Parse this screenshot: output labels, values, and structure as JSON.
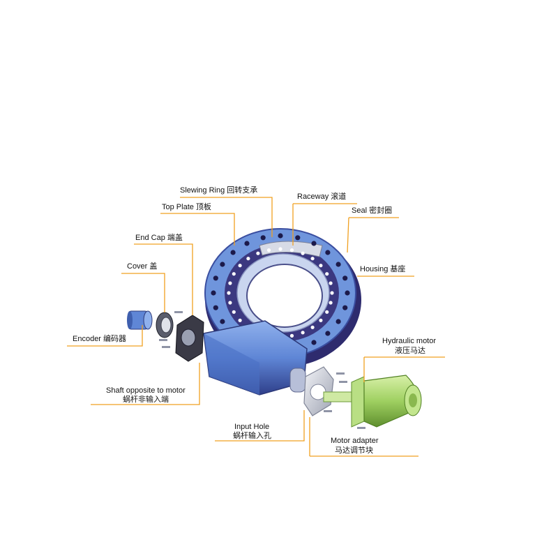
{
  "labels": {
    "slewing_ring": "Slewing Ring  回转支承",
    "top_plate": "Top Plate  顶板",
    "raceway": "Raceway  滚道",
    "seal": "Seal  密封圈",
    "end_cap": "End Cap  端盖",
    "housing": "Housing  基座",
    "cover": "Cover  盖",
    "encoder": "Encoder  编码器",
    "hydraulic_motor_en": "Hydraulic motor",
    "hydraulic_motor_cn": "液压马达",
    "shaft_opposite_en": "Shaft opposite to motor",
    "shaft_opposite_cn": "蜗杆非输入端",
    "input_hole_en": "Input Hole",
    "input_hole_cn": "蜗杆输入孔",
    "motor_adapter_en": "Motor adapter",
    "motor_adapter_cn": "马达调节块"
  },
  "colors": {
    "leader": "#f0a020",
    "ring_blue": "#6f95dc",
    "ring_dark": "#33307a",
    "housing_blue": "#5f86d6",
    "motor_green": "#a9d86a",
    "metal": "#c9ccd6"
  }
}
